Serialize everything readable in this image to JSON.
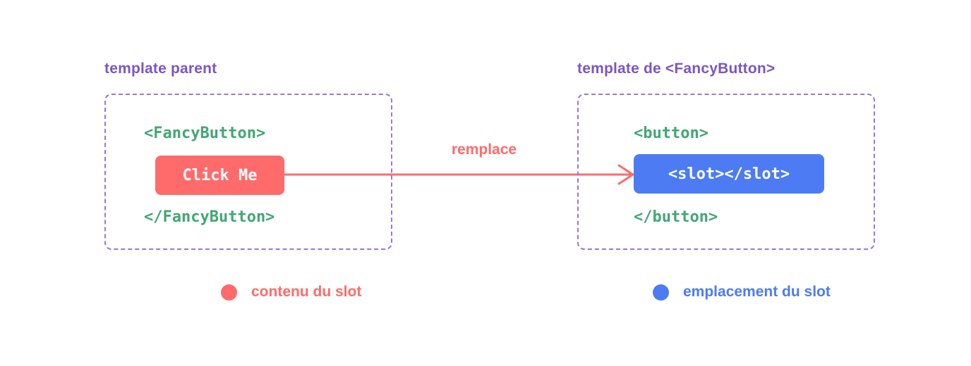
{
  "left_panel": {
    "title": "template parent",
    "open_tag": "<FancyButton>",
    "slot_content": "Click Me",
    "close_tag": "</FancyButton>"
  },
  "arrow": {
    "label": "remplace"
  },
  "right_panel": {
    "title": "template de <FancyButton>",
    "open_tag": "<button>",
    "slot_outlet": "<slot></slot>",
    "close_tag": "</button>"
  },
  "legend": {
    "slot_content": {
      "label": "contenu du slot"
    },
    "slot_outlet": {
      "label": "emplacement du slot"
    }
  },
  "colors": {
    "purple": "#7c55c4",
    "purple_light": "#9678d8",
    "green": "#42a774",
    "red": "#ff6b6b",
    "blue": "#4c7bf3",
    "white": "#ffffff"
  }
}
